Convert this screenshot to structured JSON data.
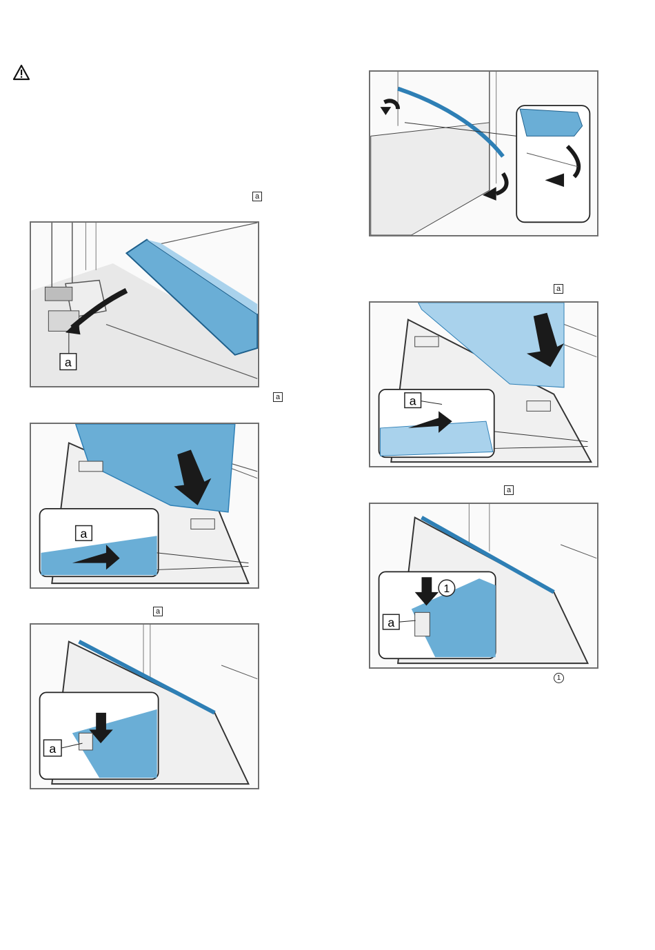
{
  "markers": {
    "ref_letter": "a",
    "ref_number": "1"
  },
  "icons": {
    "warning": "warning-triangle-icon"
  },
  "colors": {
    "glass_blue": "#6aaed6",
    "glass_blue_dark": "#2e7fb5",
    "frame_grey": "#6f6f6f",
    "arrow_black": "#1a1a1a"
  },
  "figures": [
    {
      "id": "fig-1",
      "callouts": [
        "a"
      ]
    },
    {
      "id": "fig-2",
      "callouts": [
        "a"
      ]
    },
    {
      "id": "fig-3",
      "callouts": [
        "a"
      ]
    },
    {
      "id": "fig-4",
      "callouts": []
    },
    {
      "id": "fig-5",
      "callouts": [
        "a"
      ]
    },
    {
      "id": "fig-6",
      "callouts": [
        "a",
        "1"
      ]
    }
  ]
}
